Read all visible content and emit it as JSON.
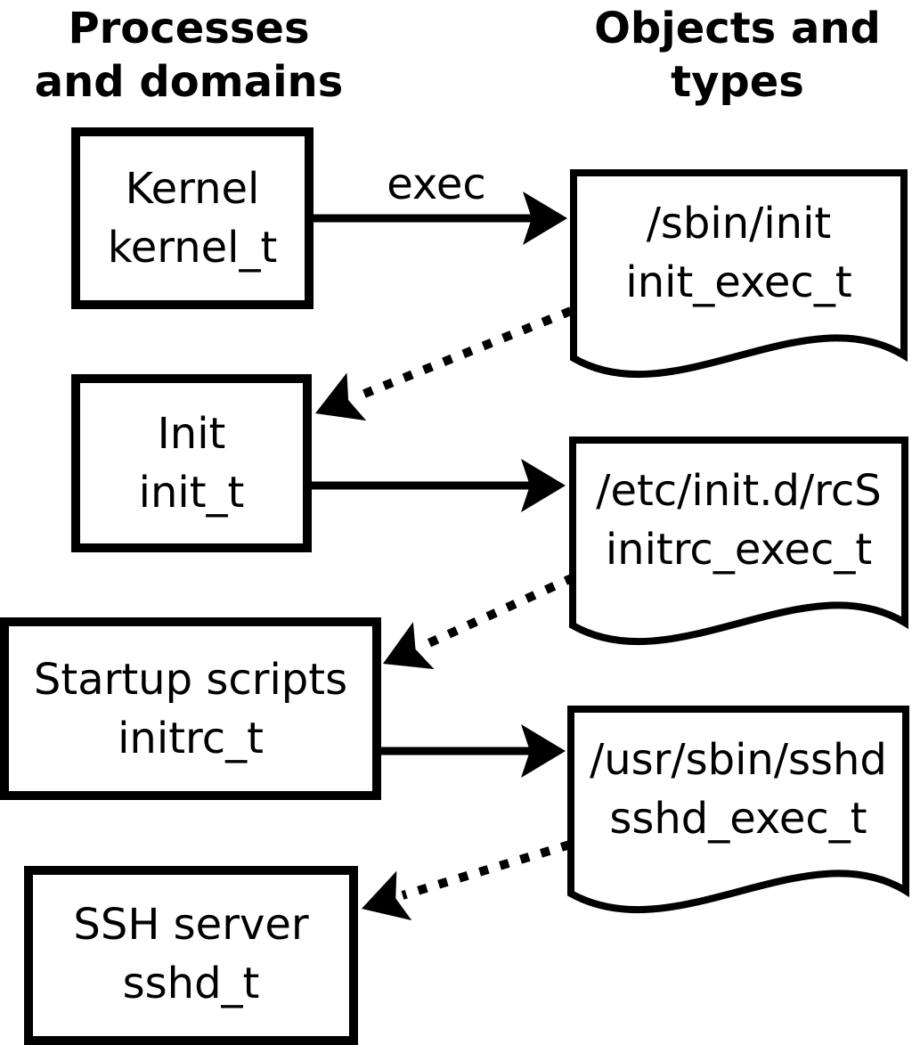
{
  "headers": {
    "left": {
      "line1": "Processes",
      "line2": "and domains"
    },
    "right": {
      "line1": "Objects and",
      "line2": "types"
    }
  },
  "processes": [
    {
      "label": "Kernel",
      "domain": "kernel_t"
    },
    {
      "label": "Init",
      "domain": "init_t"
    },
    {
      "label": "Startup scripts",
      "domain": "initrc_t"
    },
    {
      "label": "SSH server",
      "domain": "sshd_t"
    }
  ],
  "objects": [
    {
      "path": "/sbin/init",
      "type": "init_exec_t"
    },
    {
      "path": "/etc/init.d/rcS",
      "type": "initrc_exec_t"
    },
    {
      "path": "/usr/sbin/sshd",
      "type": "sshd_exec_t"
    }
  ],
  "arrow_labels": {
    "exec": "exec"
  },
  "colors": {
    "stroke": "#000000",
    "fill": "#ffffff",
    "background": "#ffffff"
  }
}
